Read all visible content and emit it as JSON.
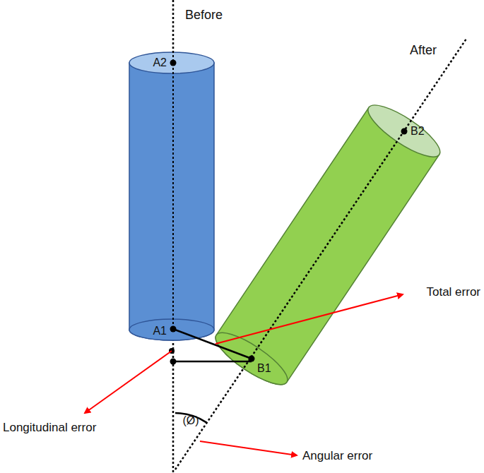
{
  "diagram": {
    "labels": [
      "Before",
      "After",
      "A2",
      "A1",
      "B2",
      "B1",
      "Total error",
      "Longitudinal error",
      "Angular error",
      "(Ø)"
    ]
  }
}
